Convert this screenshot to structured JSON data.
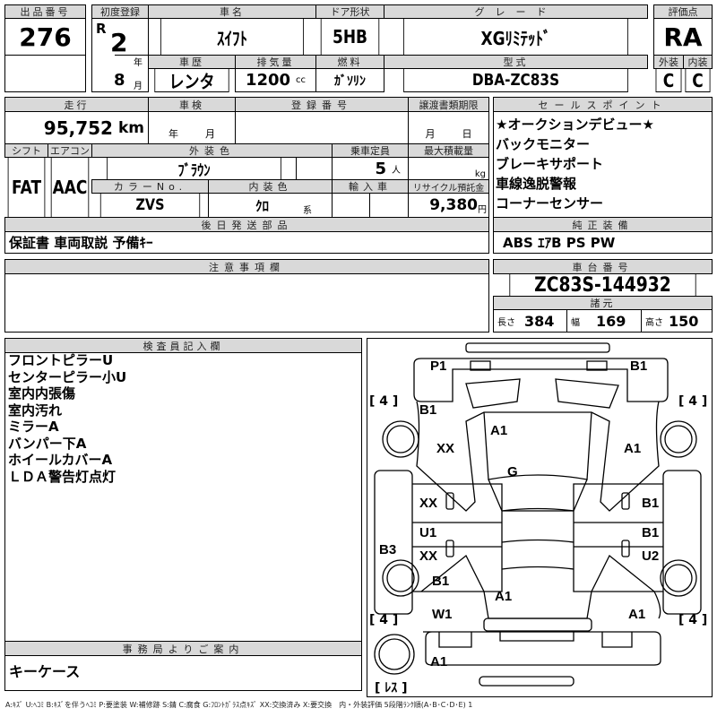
{
  "lot": {
    "label": "出品番号",
    "value": "276"
  },
  "first_reg": {
    "label": "初度登録",
    "era": "R",
    "year": "2",
    "year_unit": "年",
    "month": "8",
    "month_unit": "月"
  },
  "car_name": {
    "label": "車名",
    "value": "ｽｲﾌﾄ"
  },
  "door": {
    "label": "ドア形状",
    "value": "5HB"
  },
  "grade": {
    "label": "グレード",
    "value": "XGﾘﾐﾃｯﾄﾞ"
  },
  "history": {
    "label": "車歴",
    "value": "レンタ"
  },
  "displacement": {
    "label": "排気量",
    "value": "1200",
    "unit": "cc"
  },
  "fuel": {
    "label": "燃料",
    "value": "ｶﾞｿﾘﾝ"
  },
  "model": {
    "label": "型式",
    "value": "DBA-ZC83S"
  },
  "score": {
    "label": "評価点",
    "value": "RA",
    "ext_label": "外装",
    "int_label": "内装",
    "ext": "C",
    "int": "C"
  },
  "mileage": {
    "label": "走行",
    "value": "95,752",
    "unit": "km"
  },
  "inspection": {
    "label": "車検",
    "year_unit": "年",
    "month_unit": "月"
  },
  "reg_no": {
    "label": "登録番号"
  },
  "transfer": {
    "label": "譲渡書類期限",
    "month_unit": "月",
    "day_unit": "日"
  },
  "shift": {
    "label": "シフト",
    "value": "FAT"
  },
  "aircon": {
    "label": "エアコン",
    "value": "AAC"
  },
  "ext_color": {
    "label": "外装色",
    "value": "ﾌﾞﾗｳﾝ"
  },
  "capacity": {
    "label": "乗車定員",
    "value": "5",
    "unit": "人"
  },
  "max_load": {
    "label": "最大積載量",
    "unit": "kg"
  },
  "color_no": {
    "label": "カラーNo.",
    "value": "ZVS"
  },
  "int_color": {
    "label": "内装色",
    "value": "ｸﾛ",
    "unit": "系"
  },
  "import": {
    "label": "輸入車"
  },
  "recycle": {
    "label": "リサイクル預託金",
    "value": "9,380",
    "unit": "円"
  },
  "later_parts": {
    "label": "後日発送部品",
    "value": "保証書 車両取説 予備ｷｰ"
  },
  "sales_points": {
    "label": "セールスポイント",
    "items": [
      "★オークションデビュー★",
      "バックモニター",
      "ブレーキサポート",
      "車線逸脱警報",
      "コーナーセンサー"
    ]
  },
  "equipment": {
    "label": "純正装備",
    "value": "ABS ｴｱB PS PW"
  },
  "notes": {
    "label": "注意事項欄"
  },
  "chassis": {
    "label": "車台番号",
    "value": "ZC83S-144932"
  },
  "specs": {
    "label": "諸元",
    "length_label": "長さ",
    "length": "384",
    "width_label": "幅",
    "width": "169",
    "height_label": "高さ",
    "height": "150"
  },
  "inspector": {
    "label": "検査員記入欄",
    "items": [
      "フロントピラーU",
      "センターピラー小U",
      "室内内張傷",
      "室内汚れ",
      "ミラーA",
      "バンパー下A",
      "ホイールカバーA",
      "ＬＤＡ警告灯点灯"
    ]
  },
  "office": {
    "label": "事務局よりご案内",
    "value": "キーケース"
  },
  "diagram": {
    "marks": [
      "P1",
      "B1",
      "B1",
      "A1",
      "XX",
      "A1",
      "G",
      "XX",
      "B1",
      "U1",
      "B1",
      "B3",
      "XX",
      "U2",
      "B1",
      "A1",
      "W1",
      "A1",
      "A1"
    ],
    "tires": [
      "[ 4 ]",
      "[ 4 ]",
      "[ 4 ]",
      "[ 4 ]"
    ],
    "spare": "[ ﾚｽ ]"
  },
  "legend": "A:ｷｽﾞ U:ﾍｺﾐ B:ｷｽﾞを伴うﾍｺﾐ P:要塗装 W:補修跡 S:錆 C:腐食 G:ﾌﾛﾝﾄｶﾞﾗｽ点ｷｽﾞ XX:交換済み X:要交換　内・外装評価 5段階ﾗﾝｸ順(A･B･C･D･E) 1"
}
